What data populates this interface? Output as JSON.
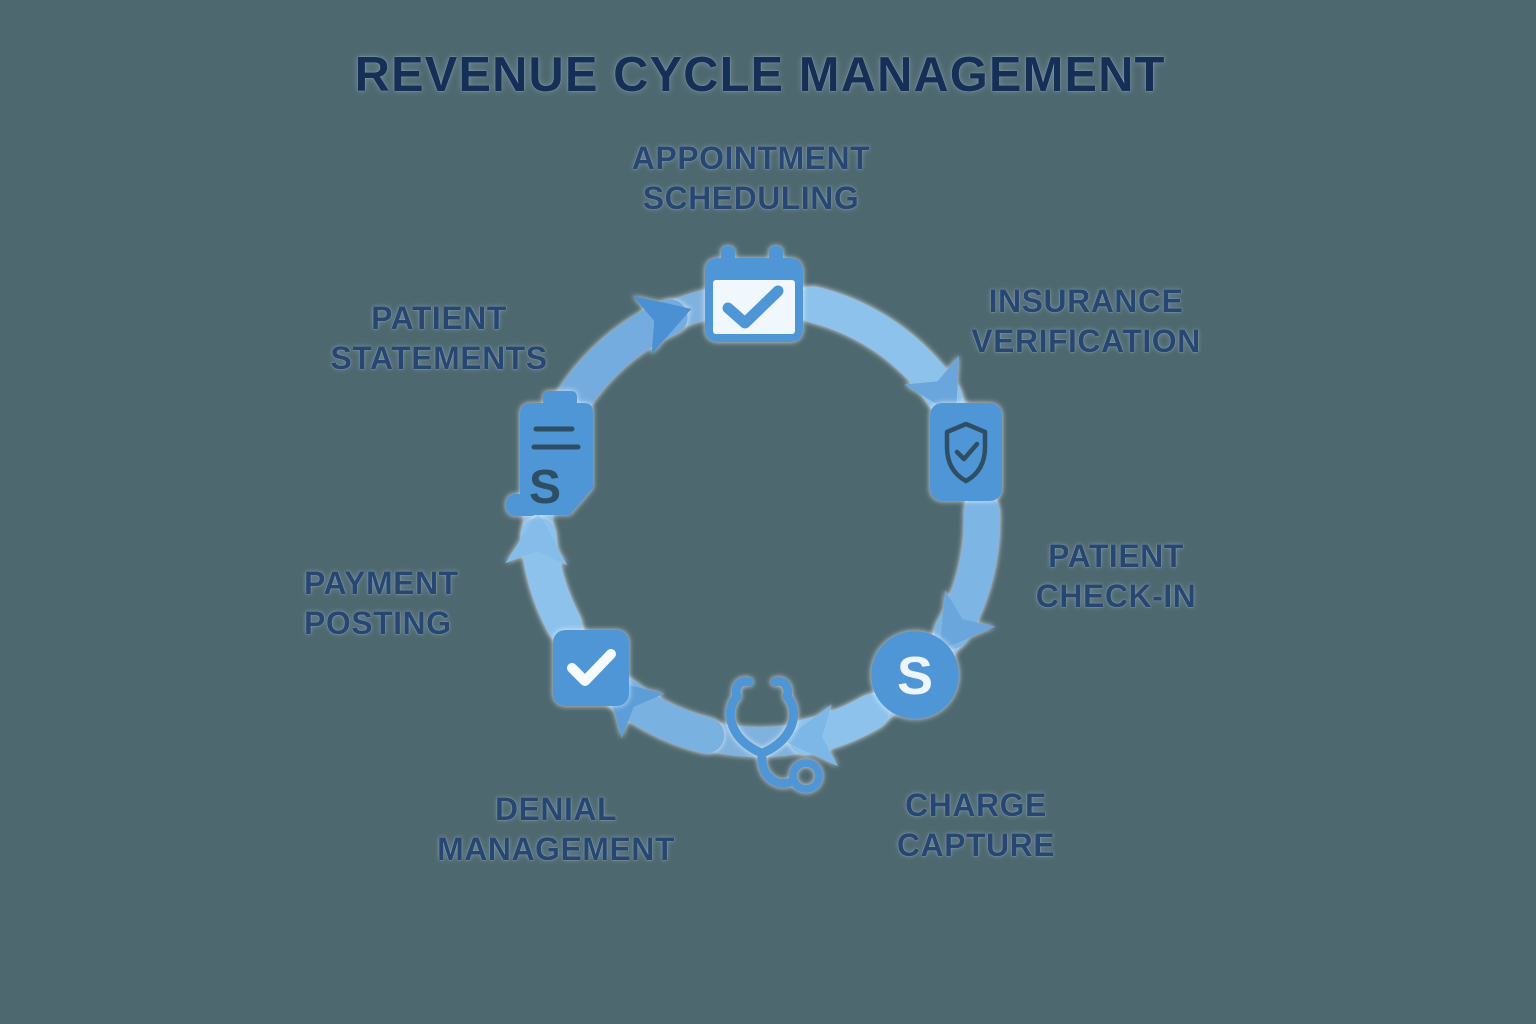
{
  "title": "REVENUE CYCLE MANAGEMENT",
  "stages": [
    {
      "id": "appointment-scheduling",
      "label": "APPOINTMENT\nSCHEDULING",
      "icon": "calendar-check-icon"
    },
    {
      "id": "insurance-verification",
      "label": "INSURANCE\nVERIFICATION",
      "icon": "shield-check-card-icon"
    },
    {
      "id": "patient-check-in",
      "label": "PATIENT\nCHECK-IN",
      "icon": "dollar-circle-icon"
    },
    {
      "id": "charge-capture",
      "label": "CHARGE\nCAPTURE",
      "icon": "stethoscope-icon"
    },
    {
      "id": "denial-management",
      "label": "DENIAL\nMANAGEMENT",
      "icon": "checkbox-check-icon"
    },
    {
      "id": "payment-posting",
      "label": "PAYMENT\nPOSTING",
      "icon": "up-arrow"
    },
    {
      "id": "patient-statements",
      "label": "PATIENT\nSTATEMENTS",
      "icon": "billing-statement-icon"
    }
  ],
  "icon_glyphs": {
    "dollar_circle": "S",
    "billing_statement": "S"
  },
  "colors": {
    "background": "#4e6870",
    "title": "#152f57",
    "labels": "#274672",
    "icon_blue": "#4f96d6",
    "arrow_light": "#8cc2ec",
    "arrow_dark": "#4b90d3",
    "glyph_navy": "#2e4f63"
  }
}
